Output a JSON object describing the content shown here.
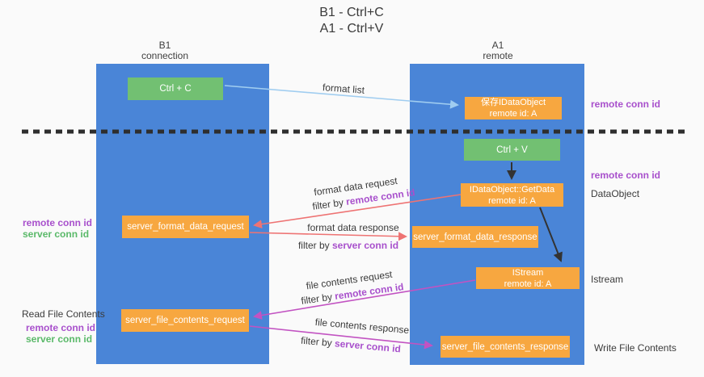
{
  "title": {
    "line1": "B1 - Ctrl+C",
    "line2": "A1 - Ctrl+V"
  },
  "lanes": {
    "left": {
      "title": "B1",
      "subtitle": "connection"
    },
    "right": {
      "title": "A1",
      "subtitle": "remote"
    }
  },
  "nodes": {
    "ctrl_c": {
      "label": "Ctrl + C"
    },
    "ctrl_v": {
      "label": "Ctrl + V"
    },
    "save_idataobject": {
      "line1": "保存IDataObject",
      "line2": "remote id: A"
    },
    "idataobject_getdata": {
      "line1": "IDataObject::GetData",
      "line2": "remote id: A"
    },
    "istream": {
      "line1": "IStream",
      "line2": "remote id: A"
    },
    "server_format_data_request": {
      "label": "server_format_data_request"
    },
    "server_format_data_response": {
      "label": "server_format_data_response"
    },
    "server_file_contents_request": {
      "label": "server_file_contents_request"
    },
    "server_file_contents_response": {
      "label": "server_file_contents_response"
    }
  },
  "labels": {
    "format_list": "format list",
    "format_data_request": "format data request",
    "format_data_response": "format data response",
    "file_contents_request": "file contents request",
    "file_contents_response": "file contents response",
    "filter_by": "filter by ",
    "remote_conn_id": "remote conn id",
    "server_conn_id": "server conn id"
  },
  "annotations": {
    "remote_conn_id": "remote conn id",
    "server_conn_id": "server conn id",
    "dataobject": "DataObject",
    "istream": "Istream",
    "read_file_contents": "Read File Contents",
    "write_file_contents": "Write File Contents"
  },
  "colors": {
    "lane_blue": "#4a85d7",
    "node_green": "#72c072",
    "node_orange": "#f7a740",
    "arrow_blue": "#a0cdf0",
    "arrow_red": "#ee7373",
    "arrow_magenta": "#c253c2",
    "arrow_black": "#333333",
    "text_purple": "#a850cc",
    "text_green": "#5ab969"
  }
}
